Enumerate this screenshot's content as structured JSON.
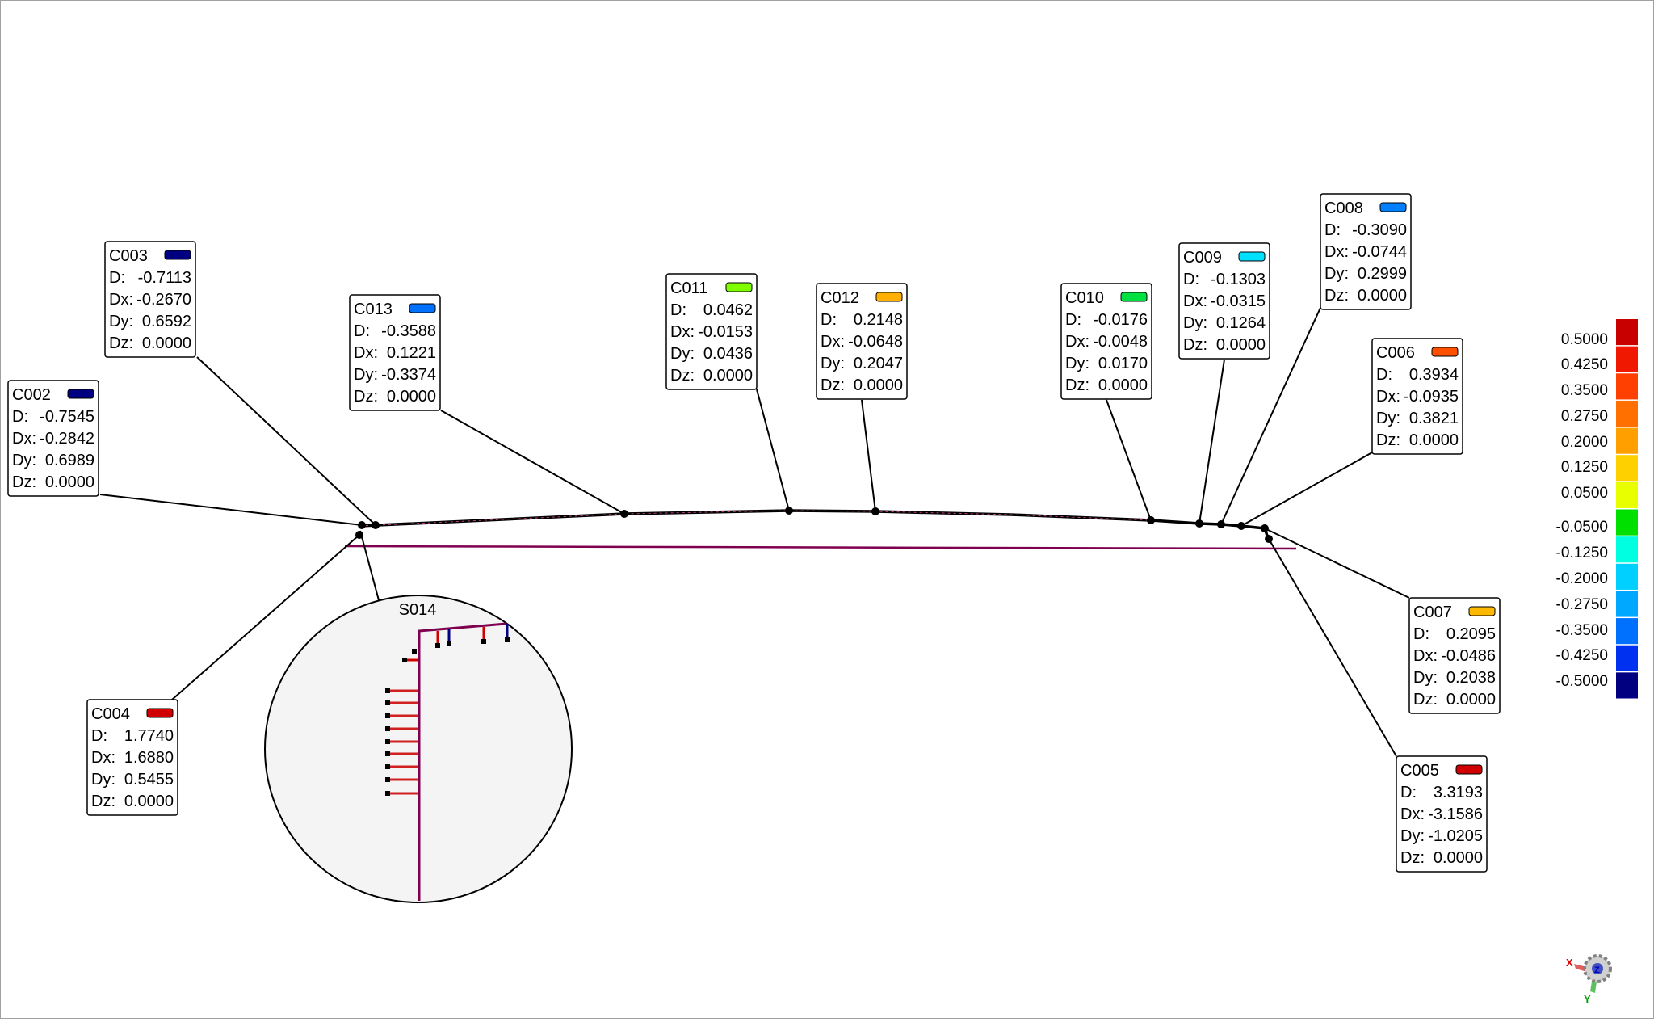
{
  "callouts": [
    {
      "id": "C003",
      "swatch": "#000080",
      "D": "-0.7113",
      "Dx": "-0.2670",
      "Dy": "0.6592",
      "Dz": "0.0000"
    },
    {
      "id": "C002",
      "swatch": "#000080",
      "D": "-0.7545",
      "Dx": "-0.2842",
      "Dy": "0.6989",
      "Dz": "0.0000"
    },
    {
      "id": "C013",
      "swatch": "#0070ff",
      "D": "-0.3588",
      "Dx": "0.1221",
      "Dy": "-0.3374",
      "Dz": "0.0000"
    },
    {
      "id": "C011",
      "swatch": "#80ff00",
      "D": "0.0462",
      "Dx": "-0.0153",
      "Dy": "0.0436",
      "Dz": "0.0000"
    },
    {
      "id": "C012",
      "swatch": "#ffb000",
      "D": "0.2148",
      "Dx": "-0.0648",
      "Dy": "0.2047",
      "Dz": "0.0000"
    },
    {
      "id": "C010",
      "swatch": "#00e040",
      "D": "-0.0176",
      "Dx": "-0.0048",
      "Dy": "0.0170",
      "Dz": "0.0000"
    },
    {
      "id": "C009",
      "swatch": "#00e0ff",
      "D": "-0.1303",
      "Dx": "-0.0315",
      "Dy": "0.1264",
      "Dz": "0.0000"
    },
    {
      "id": "C008",
      "swatch": "#0080ff",
      "D": "-0.3090",
      "Dx": "-0.0744",
      "Dy": "0.2999",
      "Dz": "0.0000"
    },
    {
      "id": "C006",
      "swatch": "#ff5000",
      "D": "0.3934",
      "Dx": "-0.0935",
      "Dy": "0.3821",
      "Dz": "0.0000"
    },
    {
      "id": "C007",
      "swatch": "#ffb800",
      "D": "0.2095",
      "Dx": "-0.0486",
      "Dy": "0.2038",
      "Dz": "0.0000"
    },
    {
      "id": "C005",
      "swatch": "#d00000",
      "D": "3.3193",
      "Dx": "-3.1586",
      "Dy": "-1.0205",
      "Dz": "0.0000"
    },
    {
      "id": "C004",
      "swatch": "#d00000",
      "D": "1.7740",
      "Dx": "1.6880",
      "Dy": "0.5455",
      "Dz": "0.0000"
    }
  ],
  "row_labels": {
    "D": "D:",
    "Dx": "Dx:",
    "Dy": "Dy:",
    "Dz": "Dz:"
  },
  "magnifier": {
    "label": "S014"
  },
  "colorbar": {
    "labels": [
      "0.5000",
      "0.4250",
      "0.3500",
      "0.2750",
      "0.2000",
      "0.1250",
      "0.0500",
      "-0.0500",
      "-0.1250",
      "-0.2000",
      "-0.2750",
      "-0.3500",
      "-0.4250",
      "-0.5000"
    ],
    "colors": [
      "#c80000",
      "#f01800",
      "#ff4000",
      "#ff7000",
      "#ffa000",
      "#ffd000",
      "#e8ff00",
      "#00e000",
      "#00ffe0",
      "#00d0ff",
      "#00a8ff",
      "#0070ff",
      "#0030f0",
      "#000080"
    ]
  },
  "triad": {
    "x": "X",
    "y": "Y",
    "z": "Z"
  }
}
